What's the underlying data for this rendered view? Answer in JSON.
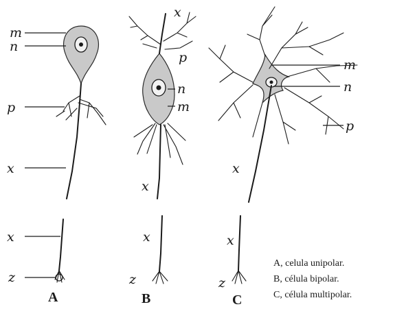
{
  "labels": {
    "m": "m",
    "n": "n",
    "p": "p",
    "x": "x",
    "z": "z"
  },
  "panels": {
    "a": "A",
    "b": "B",
    "c": "C"
  },
  "legend": {
    "a": "A, celula unipolar.",
    "b": "B, célula bipolar.",
    "c": "C, célula multipolar."
  }
}
